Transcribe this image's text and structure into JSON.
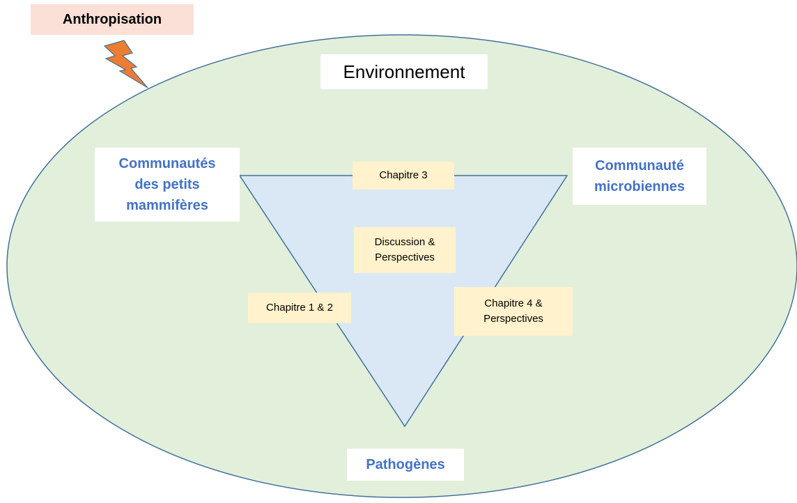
{
  "anthropisation": {
    "label": "Anthropisation"
  },
  "environment": {
    "label": "Environnement"
  },
  "nodes": {
    "mammals": {
      "line1": "Communautés",
      "line2": "des petits",
      "line3": "mammifères"
    },
    "microbes": {
      "line1": "Communauté",
      "line2": "microbiennes"
    },
    "pathogens": {
      "label": "Pathogènes"
    }
  },
  "chapters": {
    "top_edge": "Chapitre 3",
    "center": {
      "line1": "Discussion &",
      "line2": "Perspectives"
    },
    "left_edge": "Chapitre 1 & 2",
    "right_edge": {
      "line1": "Chapitre 4 &",
      "line2": "Perspectives"
    }
  },
  "colors": {
    "ellipse_fill": "#e2efda",
    "ellipse_stroke": "#41719c",
    "triangle_fill": "#dae8f5",
    "triangle_stroke": "#41719c",
    "label_blue": "#4472c4",
    "chapter_fill": "#fff2cc",
    "anthropisation_fill": "#fbe0d8",
    "bolt_fill": "#ed7d31"
  },
  "icons": {
    "bolt": "lightning-bolt-icon"
  }
}
